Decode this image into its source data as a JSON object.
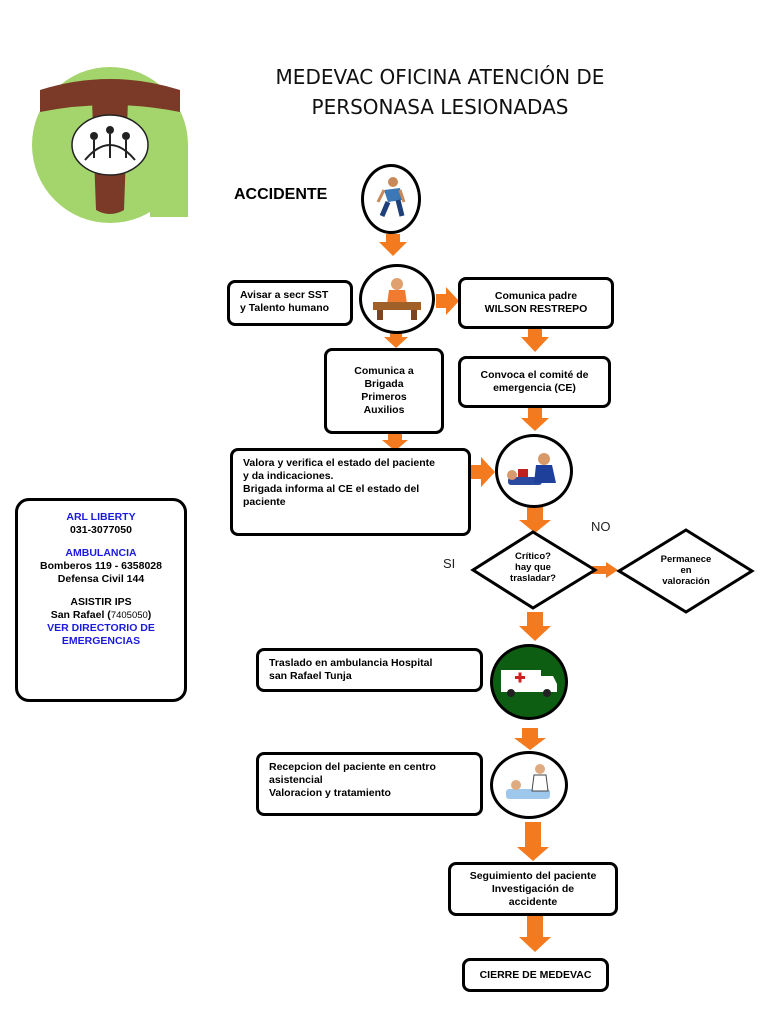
{
  "title_line1": "MEDEVAC  OFICINA ATENCIÓN DE",
  "title_line2": "PERSONASA LESIONADAS",
  "accident_label": "ACCIDENTE",
  "steps": {
    "avisar": [
      "Avisar a secr SST",
      "y Talento humano"
    ],
    "comunica_padre": [
      "Comunica padre",
      "WILSON RESTREPO"
    ],
    "brigada": [
      "Comunica a",
      "Brigada",
      "Primeros",
      "Auxilios"
    ],
    "comite": [
      "Convoca el comité de",
      "emergencia (CE)"
    ],
    "valora": [
      "Valora y verifica el estado del paciente",
      "y da indicaciones.",
      "Brigada informa al CE el estado del",
      "paciente"
    ],
    "critico": [
      "Crítico?",
      "hay que",
      "trasladar?"
    ],
    "permanece": [
      "Permanece",
      "en",
      "valoración"
    ],
    "traslado": [
      "Traslado en ambulancia  Hospital",
      "san Rafael Tunja"
    ],
    "recepcion": [
      "Recepcion del paciente en centro",
      "asistencial",
      "Valoracion y tratamiento"
    ],
    "seguimiento": [
      "Seguimiento del paciente",
      "Investigación de",
      "accidente"
    ],
    "cierre": "CIERRE DE MEDEVAC"
  },
  "decision_labels": {
    "no": "NO",
    "si": "SI"
  },
  "contacts": {
    "arl_title": "ARL LIBERTY",
    "arl_phone": "031-3077050",
    "ambulancia_title": "AMBULANCIA",
    "bomberos": "Bomberos   119 - 6358028",
    "defensa": "Defensa Civil    144",
    "asistir_title": "ASISTIR IPS",
    "san_rafael": "San Rafael (",
    "san_rafael_phone": "7405050",
    "san_rafael_close": ")",
    "directorio_line1": "VER DIRECTORIO DE",
    "directorio_line2": "EMERGENCIAS"
  },
  "colors": {
    "arrow": "#f47a20",
    "logo_green": "#a4d46c",
    "logo_brown": "#7a3a27",
    "link_blue": "#1a1adf",
    "ambulance_bg": "#0d5e12"
  },
  "icons": [
    "logo-icon",
    "person-falling-icon",
    "person-phone-desk-icon",
    "first-aid-icon",
    "ambulance-icon",
    "patient-bed-icon"
  ]
}
